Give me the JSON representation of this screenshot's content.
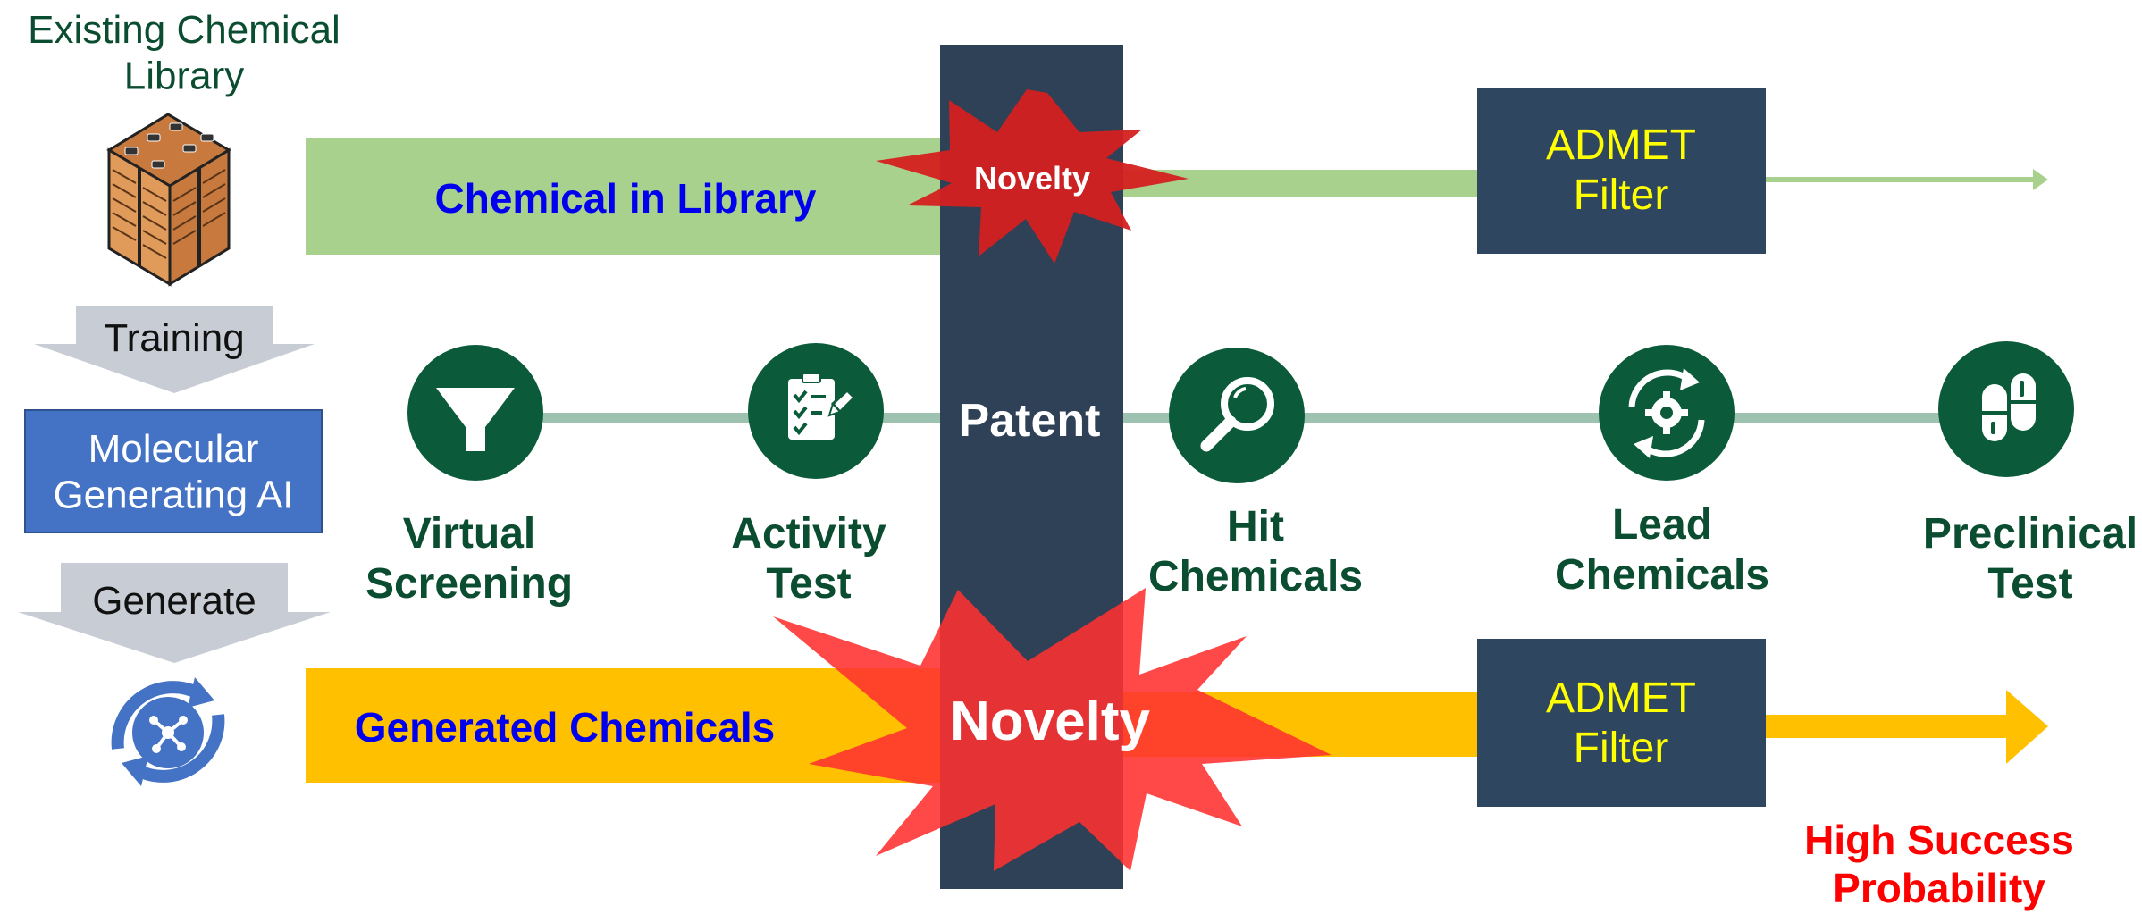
{
  "left_column": {
    "library_title": "Existing Chemical\nLibrary",
    "training_label": "Training",
    "ai_box_label": "Molecular\nGenerating AI",
    "generate_label": "Generate"
  },
  "top_row": {
    "band_label": "Chemical in Library",
    "novelty_label": "Novelty",
    "admet_label": "ADMET\nFilter"
  },
  "middle_row": {
    "patent_label": "Patent",
    "stages": [
      {
        "label": "Virtual\nScreening",
        "icon": "funnel-icon"
      },
      {
        "label": "Activity\nTest",
        "icon": "checklist-pencil-icon"
      },
      {
        "label": "Hit\nChemicals",
        "icon": "magnifier-icon"
      },
      {
        "label": "Lead\nChemicals",
        "icon": "gear-refresh-icon"
      },
      {
        "label": "Preclinical\nTest",
        "icon": "pills-icon"
      }
    ]
  },
  "bottom_row": {
    "band_label": "Generated Chemicals",
    "novelty_label": "Novelty",
    "admet_label": "ADMET\nFilter",
    "outcome_label": "High Success\nProbability"
  },
  "colors": {
    "dark_green": "#0b5b3a",
    "light_green_band": "#a9d18e",
    "yellow_band": "#ffc000",
    "patent_column": "#2f4157",
    "admet_box": "#2e4660",
    "admet_text": "#ffff00",
    "blue_text": "#0000ee",
    "red_text": "#ff0000",
    "ai_box": "#4472c4",
    "gray_arrow": "#c8ccd4",
    "starburst_red": "#d42020"
  }
}
